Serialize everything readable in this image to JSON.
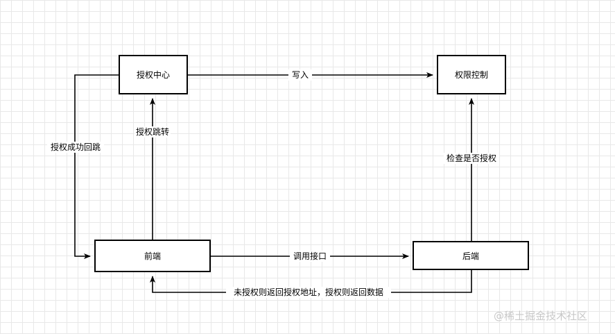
{
  "nodes": {
    "auth_center": "授权中心",
    "permission_control": "权限控制",
    "frontend": "前端",
    "backend": "后端"
  },
  "edges": {
    "write": "写入",
    "auth_redirect": "授权跳转",
    "auth_success_callback": "授权成功回跳",
    "check_auth": "检查是否授权",
    "call_api": "调用接口",
    "return_result": "未授权则返回授权地址，授权则返回数据"
  },
  "watermark": "@稀土掘金技术社区"
}
